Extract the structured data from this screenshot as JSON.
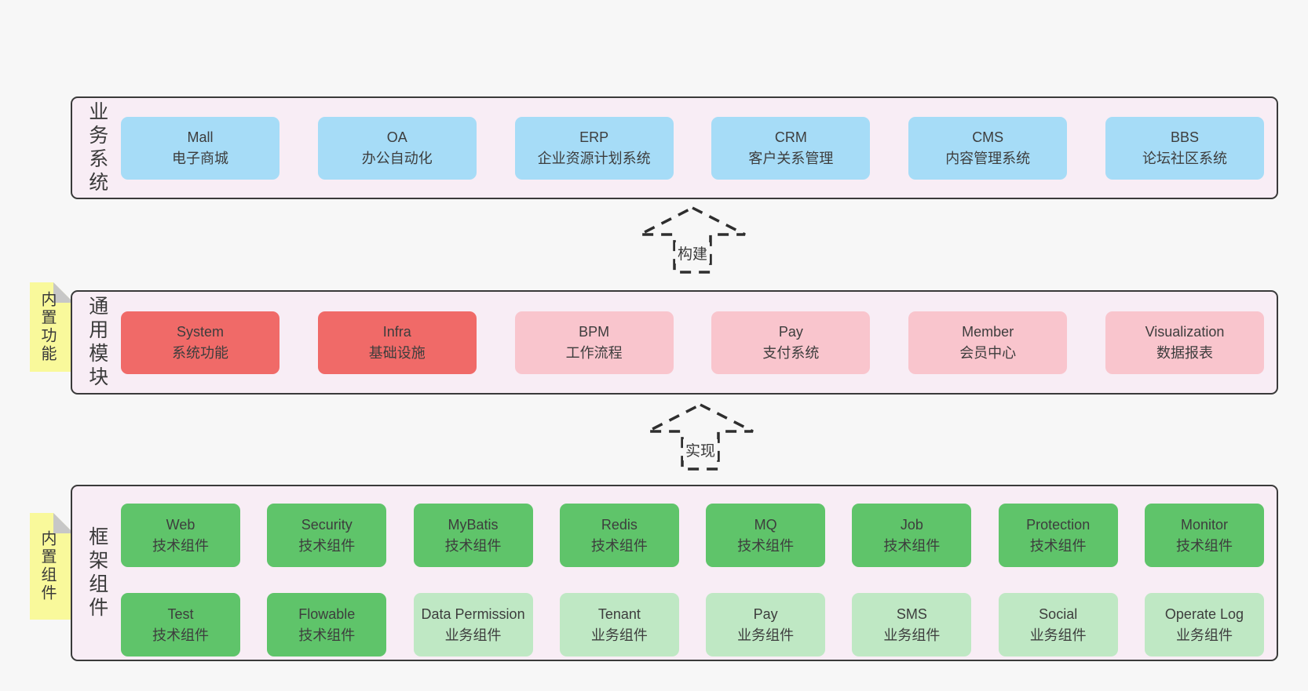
{
  "colors": {
    "page_background": "#f7f7f7",
    "panel_background": "#f8edf5",
    "panel_border": "#3a3a3a",
    "box_blue": "#a6dcf7",
    "box_red": "#f06a68",
    "box_pink": "#f9c5cd",
    "box_green": "#5fc46a",
    "box_lightgreen": "#bfe8c4",
    "sticky_yellow": "#f9f99b",
    "sticky_fold_gray": "#c7c7c7",
    "text": "#3d3d3d"
  },
  "arrows": [
    {
      "label": "构建"
    },
    {
      "label": "实现"
    }
  ],
  "layers": {
    "business": {
      "label": "业务系统",
      "boxes": [
        {
          "name": "Mall",
          "desc": "电子商城"
        },
        {
          "name": "OA",
          "desc": "办公自动化"
        },
        {
          "name": "ERP",
          "desc": "企业资源计划系统"
        },
        {
          "name": "CRM",
          "desc": "客户关系管理"
        },
        {
          "name": "CMS",
          "desc": "内容管理系统"
        },
        {
          "name": "BBS",
          "desc": "论坛社区系统"
        }
      ]
    },
    "modules": {
      "label": "通用模块",
      "sticky": "内置功能",
      "boxes": [
        {
          "name": "System",
          "desc": "系统功能",
          "variant": "red"
        },
        {
          "name": "Infra",
          "desc": "基础设施",
          "variant": "red"
        },
        {
          "name": "BPM",
          "desc": "工作流程",
          "variant": "pink"
        },
        {
          "name": "Pay",
          "desc": "支付系统",
          "variant": "pink"
        },
        {
          "name": "Member",
          "desc": "会员中心",
          "variant": "pink"
        },
        {
          "name": "Visualization",
          "desc": "数据报表",
          "variant": "pink"
        }
      ]
    },
    "components": {
      "label": "框架组件",
      "sticky": "内置组件",
      "row1": [
        {
          "name": "Web",
          "desc": "技术组件",
          "variant": "green"
        },
        {
          "name": "Security",
          "desc": "技术组件",
          "variant": "green"
        },
        {
          "name": "MyBatis",
          "desc": "技术组件",
          "variant": "green"
        },
        {
          "name": "Redis",
          "desc": "技术组件",
          "variant": "green"
        },
        {
          "name": "MQ",
          "desc": "技术组件",
          "variant": "green"
        },
        {
          "name": "Job",
          "desc": "技术组件",
          "variant": "green"
        },
        {
          "name": "Protection",
          "desc": "技术组件",
          "variant": "green"
        },
        {
          "name": "Monitor",
          "desc": "技术组件",
          "variant": "green"
        }
      ],
      "row2": [
        {
          "name": "Test",
          "desc": "技术组件",
          "variant": "green"
        },
        {
          "name": "Flowable",
          "desc": "技术组件",
          "variant": "green"
        },
        {
          "name": "Data Permission",
          "desc": "业务组件",
          "variant": "lightgreen"
        },
        {
          "name": "Tenant",
          "desc": "业务组件",
          "variant": "lightgreen"
        },
        {
          "name": "Pay",
          "desc": "业务组件",
          "variant": "lightgreen"
        },
        {
          "name": "SMS",
          "desc": "业务组件",
          "variant": "lightgreen"
        },
        {
          "name": "Social",
          "desc": "业务组件",
          "variant": "lightgreen"
        },
        {
          "name": "Operate Log",
          "desc": "业务组件",
          "variant": "lightgreen"
        }
      ]
    }
  }
}
